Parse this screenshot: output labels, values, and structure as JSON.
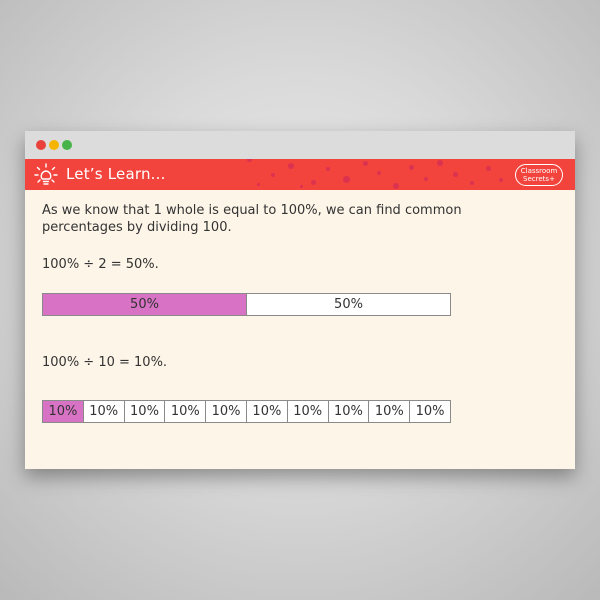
{
  "window": {
    "banner_title": "Let’s Learn...",
    "logo_line1": "Classroom",
    "logo_line2": "Secrets+",
    "colors": {
      "banner": "#f2433d",
      "shaded": "#d772c4",
      "background": "#fdf5e8"
    }
  },
  "lesson": {
    "intro": "As we know that 1 whole is equal to 100%, we can find common percentages by dividing 100.",
    "equation1": "100% ÷ 2 = 50%.",
    "bar1": [
      "50%",
      "50%"
    ],
    "equation2": "100% ÷ 10 = 10%.",
    "bar2": [
      "10%",
      "10%",
      "10%",
      "10%",
      "10%",
      "10%",
      "10%",
      "10%",
      "10%",
      "10%"
    ]
  }
}
